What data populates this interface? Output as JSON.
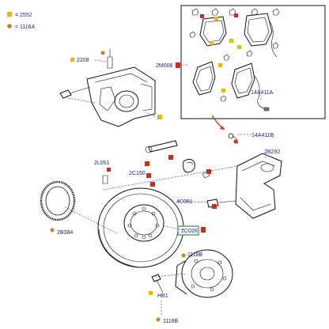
{
  "colors": {
    "marker_yellow": "#f2b600",
    "marker_red": "#d42a1a",
    "marker_orange": "#d9781f",
    "label_text": "#1a1a8c",
    "highlight_box": "#2e8b57",
    "arrow_red": "#d42a1a"
  },
  "legend": [
    {
      "code": "= 2552",
      "marker": "yellow-square"
    },
    {
      "code": "= 1116A",
      "marker": "orange-dot"
    }
  ],
  "labels": {
    "l2208": "2208",
    "l2m008": "2M008",
    "l14a411a": "14A411A",
    "l14a411b": "14A411B",
    "l2b292": "2B292",
    "l2l051": "2L051",
    "l2c150": "2C150",
    "l4c081": "4C081",
    "l2b384": "2B384",
    "l2c026": "2C026",
    "l1118b": "1118B",
    "lhb1": "HB1",
    "l1116b": "1116B"
  }
}
